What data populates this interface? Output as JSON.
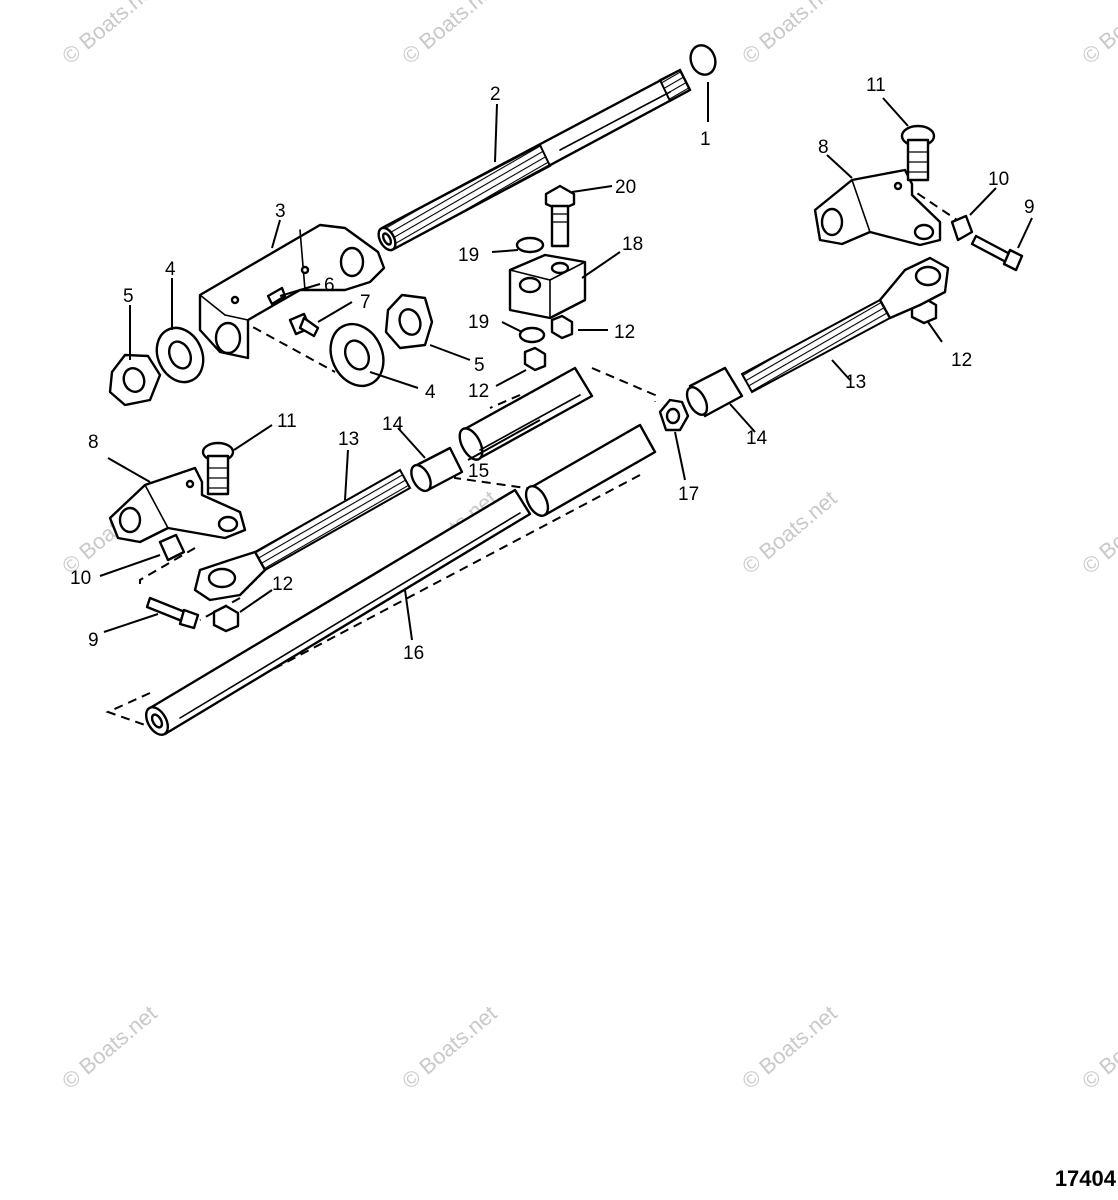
{
  "watermark": "© Boats.net",
  "figure_number": "17404",
  "callouts": [
    {
      "id": "c1",
      "text": "1"
    },
    {
      "id": "c2",
      "text": "2"
    },
    {
      "id": "c3",
      "text": "3"
    },
    {
      "id": "c4a",
      "text": "4"
    },
    {
      "id": "c4b",
      "text": "4"
    },
    {
      "id": "c5a",
      "text": "5"
    },
    {
      "id": "c5b",
      "text": "5"
    },
    {
      "id": "c6",
      "text": "6"
    },
    {
      "id": "c7",
      "text": "7"
    },
    {
      "id": "c8a",
      "text": "8"
    },
    {
      "id": "c8b",
      "text": "8"
    },
    {
      "id": "c9a",
      "text": "9"
    },
    {
      "id": "c9b",
      "text": "9"
    },
    {
      "id": "c10a",
      "text": "10"
    },
    {
      "id": "c10b",
      "text": "10"
    },
    {
      "id": "c11a",
      "text": "11"
    },
    {
      "id": "c11b",
      "text": "11"
    },
    {
      "id": "c12a",
      "text": "12"
    },
    {
      "id": "c12b",
      "text": "12"
    },
    {
      "id": "c12c",
      "text": "12"
    },
    {
      "id": "c12d",
      "text": "12"
    },
    {
      "id": "c13a",
      "text": "13"
    },
    {
      "id": "c13b",
      "text": "13"
    },
    {
      "id": "c14a",
      "text": "14"
    },
    {
      "id": "c14b",
      "text": "14"
    },
    {
      "id": "c15",
      "text": "15"
    },
    {
      "id": "c16",
      "text": "16"
    },
    {
      "id": "c17",
      "text": "17"
    },
    {
      "id": "c18",
      "text": "18"
    },
    {
      "id": "c19a",
      "text": "19"
    },
    {
      "id": "c19b",
      "text": "19"
    },
    {
      "id": "c20",
      "text": "20"
    }
  ]
}
